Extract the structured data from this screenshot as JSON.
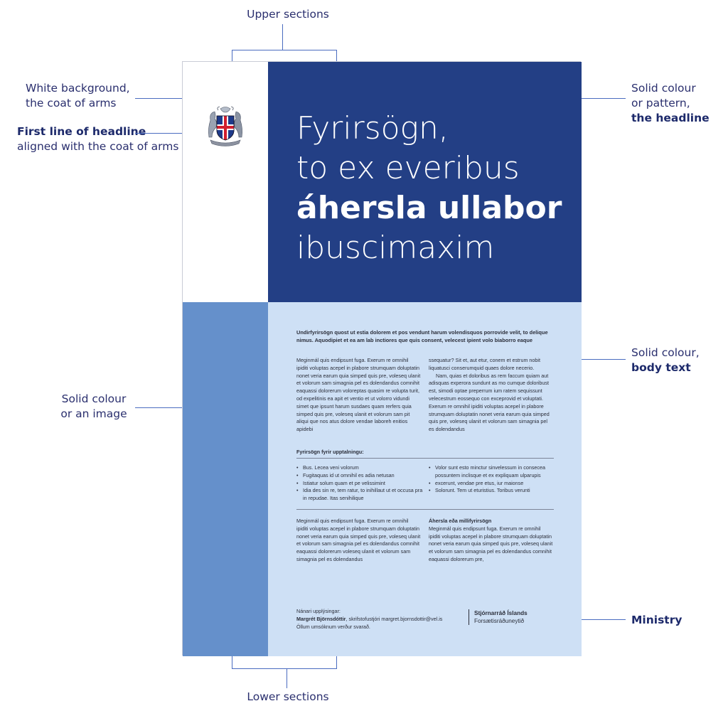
{
  "annotations": {
    "upper_sections": "Upper sections",
    "lower_sections": "Lower sections",
    "white_bg_line1": "White background,",
    "white_bg_line2": "the coat of arms",
    "first_line_bold": "First line of headline",
    "first_line_rest": "aligned with the coat of arms",
    "solid_top_line1": "Solid colour",
    "solid_top_line2": "or pattern,",
    "solid_top_bold": "the headline",
    "solid_image_line1": "Solid colour",
    "solid_image_line2": "or an image",
    "solid_body_line1": "Solid colour,",
    "solid_body_bold": "body text",
    "ministry": "Ministry"
  },
  "colors": {
    "headline_block": "#233f85",
    "image_block": "#6590cb",
    "body_block": "#cee0f5",
    "annotation_text": "#2a2f6e",
    "annotation_line": "#4a6cc0"
  },
  "poster": {
    "coat_of_arms_icon": "iceland-coat-of-arms-icon",
    "headline": {
      "line1": "Fyrirsögn,",
      "line2": "to ex everibus",
      "line3": "áhersla ullabor",
      "line4": "ibuscimaxim"
    },
    "lede": "Undirfyrirsögn quost ut estia dolorem et pos vendunt harum volendisquos porrovide velit, to delique nimus. Aquodipiet et ea am lab inctiores que quis consent, velecest ipient volo biaborro eaque",
    "col1": "Meginmál quis endipsunt fuga. Exerum re omnihil ipiditi voluptas acepel in plabore strumquam doluptatin nonet veria earum quia simped quis pre, voleseq ulanit et volorum sam simagnia pel es dolendandus comnihit eaquassi dolorerum voloreptas quasim re volupta turit, od expelitinis ea apit et ventio et ut volorro vidundi simet que ipsunt harum susdaes quam rerfers quia simped quis pre, voleseq ulanit et volorum sam pit aliqui que nos atus dolore vendae laboreh enitios apidebi",
    "col2_p1": "ssequatur? Sit et, aut etur, conem et estrum nobit liquatusci conserumquid quaes dolore necerio.",
    "col2_p2": "Nam, quias et doloribus as rem faccum quiam aut adisquas experora sundunt as mo cumque doloribust est, simodi optae preperrum ium ratem sequissunt velecestrum eossequo con exceprovid et voluptati. Exerum re omnihil ipiditi voluptas acepel in plabore strumquam doluptatin nonet veria earum quia simped quis pre, voleseq ulanit et volorum sam simagnia pel es dolendandus",
    "list_heading": "Fyrirsögn fyrir upptalningu:",
    "list_left": [
      "Bus. Lecea veni volorum",
      "Fugitaquas id ut omnihil es adia netusan",
      "Istiatur solum quam et pe velissimint",
      "Idia des sin re, tem ratur, to inihillaut ut et occusa pra in repudae. Itas senihilique"
    ],
    "list_right": [
      "Volor sunt esto minctur sinvelessum in consecea possuntem inclisque et ex expliquam ulparupis",
      "excerunt, vendae pre etus, iur maionse",
      "Solorunt. Tem ut eturistius. Toribus verunti"
    ],
    "col3": "Meginmál quis endipsunt fuga. Exerum re omnihil ipiditi voluptas acepel in plabore strumquam doluptatin nonet veria earum quia simped quis pre, voleseq ulanit et volorum sam simagnia pel es dolendandus comnihit eaquassi dolorerum voleseq ulanit et volorum sam simagnia pel es dolendandus",
    "col4_heading": "Áhersla eða millifyrirsögn",
    "col4": "Meginmál quis endipsunt fuga. Exerum re omnihil ipiditi voluptas acepel in plabore strumquam doluptatin nonet veria earum quia simped quis pre, voleseq ulanit et volorum sam simagnia pel es dolendandus comnihit eaquassi dolorerum pre,",
    "contact_label": "Nánari upplýsingar:",
    "contact_name": "Margrét Björnsdóttir",
    "contact_detail": ", skrifstofustjóri margret.bjornsdottir@vel.is",
    "contact_note": "Öllum umsóknum verður svarað.",
    "ministry_name": "Stjórnarráð Íslands",
    "ministry_sub": "Forsætisráðuneytið"
  }
}
